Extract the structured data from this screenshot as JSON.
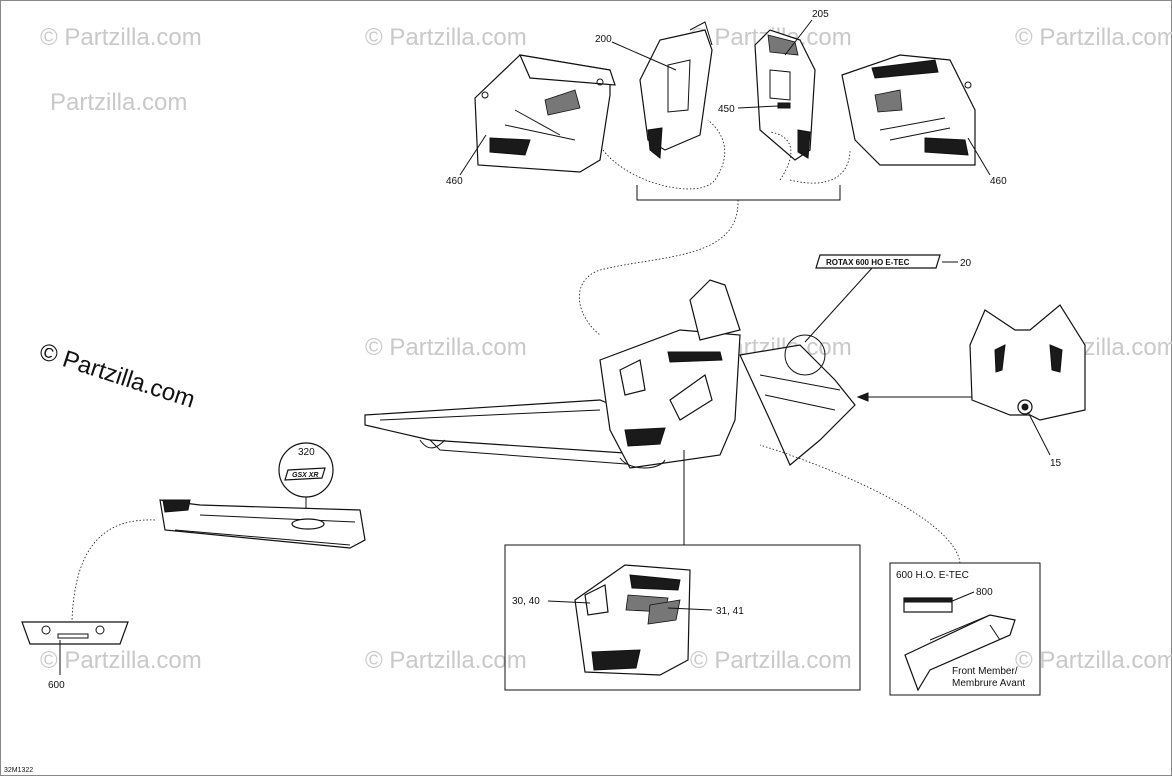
{
  "watermark": "© Partzilla.com",
  "main_watermark": "© Partzilla.com",
  "diagram_id": "32M1322",
  "callouts": {
    "c460_left": "460",
    "c200": "200",
    "c205": "205",
    "c450": "450",
    "c460_right": "460",
    "c20": "20",
    "c15": "15",
    "c320": "320",
    "c600": "600",
    "c30_40": "30, 40",
    "c31_41": "31, 41",
    "c800": "800"
  },
  "decal_text": {
    "rotax_engine": "ROTAX 600 HO E-TEC",
    "badge_320": "GSX XR"
  },
  "inset_engine": {
    "title": "600 H.O. E-TEC",
    "front_member_line1": "Front Member/",
    "front_member_line2": "Membrure Avant"
  }
}
